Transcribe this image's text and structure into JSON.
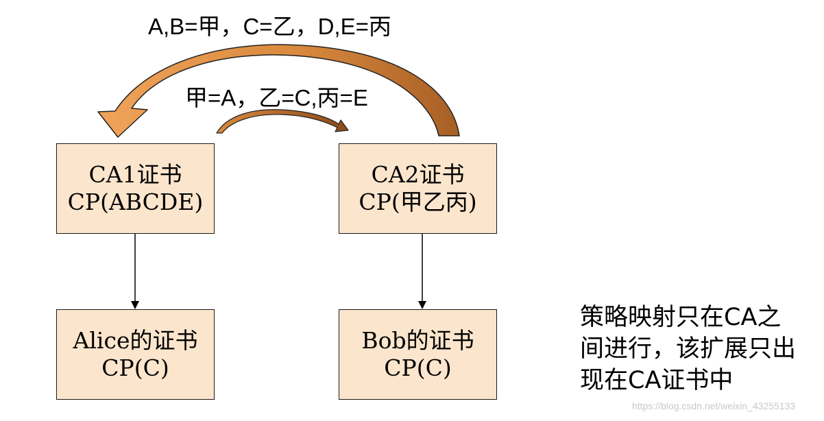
{
  "mapping_top_label": "A,B=甲，C=乙，D,E=丙",
  "mapping_mid_label": "甲=A，乙=C,丙=E",
  "boxes": {
    "ca1": {
      "line1": "CA1证书",
      "line2": "CP(ABCDE)"
    },
    "ca2": {
      "line1": "CA2证书",
      "line2": "CP(甲乙丙)"
    },
    "alice": {
      "line1": "Alice的证书",
      "line2": "CP(C)"
    },
    "bob": {
      "line1": "Bob的证书",
      "line2": "CP(C)"
    }
  },
  "note": {
    "line1": "策略映射只在CA之",
    "line2": "间进行，该扩展只出",
    "line3": "现在CA证书中"
  },
  "watermark": "https://blog.csdn.net/weixin_43255133",
  "colors": {
    "box_fill": "#fbe5cc",
    "arrow_orange_light": "#f0a35a",
    "arrow_orange_dark": "#a85f25"
  }
}
